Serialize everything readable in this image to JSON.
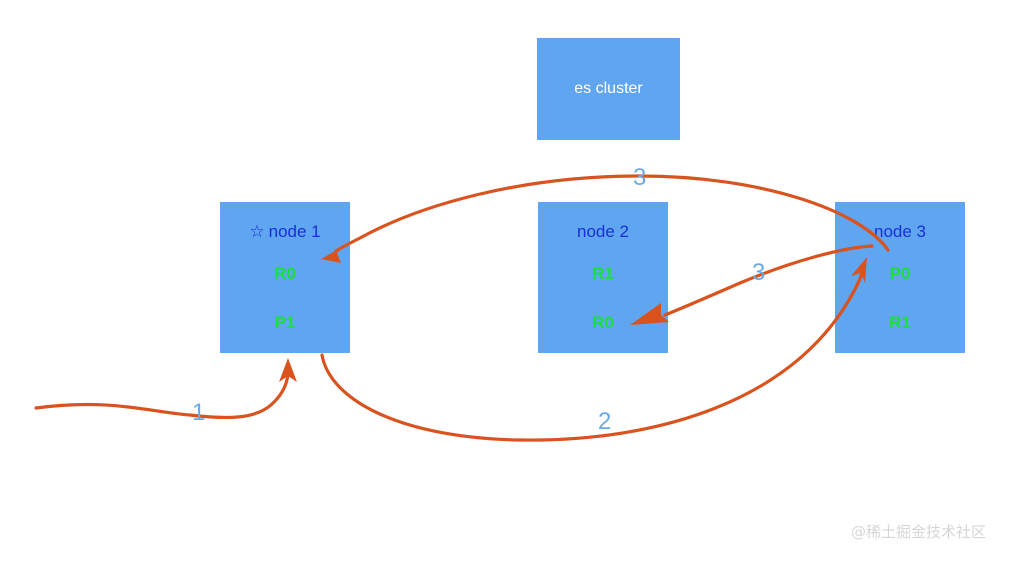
{
  "diagram": {
    "title": "es cluster shard replication flow",
    "background_color": "#ffffff",
    "node_fill_color": "#5fa5f0",
    "node_title_color": "#1a2fd8",
    "shard_label_color": "#19e03c",
    "arrow_color": "#d9531e",
    "step_label_color": "#6aaae4",
    "watermark_color": "#d6d6d6"
  },
  "cluster": {
    "label": "es cluster"
  },
  "nodes": [
    {
      "id": "node-1",
      "title": "node 1",
      "star": "☆",
      "has_star": true,
      "shards": [
        "R0",
        "P1"
      ]
    },
    {
      "id": "node-2",
      "title": "node 2",
      "star": "",
      "has_star": false,
      "shards": [
        "R1",
        "R0"
      ]
    },
    {
      "id": "node-3",
      "title": "node 3",
      "star": "",
      "has_star": false,
      "shards": [
        "P0",
        "R1"
      ]
    }
  ],
  "steps": [
    {
      "id": "step-1",
      "label": "1",
      "description": "request enters node 1"
    },
    {
      "id": "step-2",
      "label": "2",
      "description": "node 1 forwards to node 3 P0"
    },
    {
      "id": "step-3a",
      "label": "3",
      "description": "node 3 P0 replicates to node 1 R0"
    },
    {
      "id": "step-3b",
      "label": "3",
      "description": "node 3 P0 replicates to node 2 R0"
    }
  ],
  "watermark": {
    "text": "@稀土掘金技术社区"
  }
}
